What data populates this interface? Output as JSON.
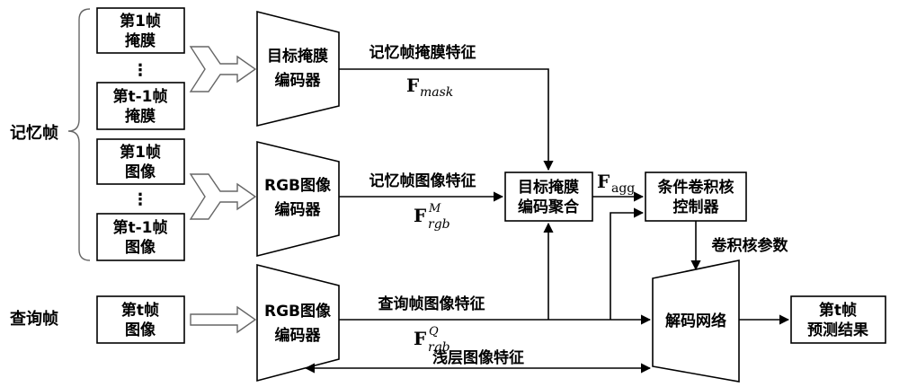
{
  "side_labels": {
    "memory": "记忆帧",
    "query": "查询帧"
  },
  "memory_frames": {
    "mask_first": [
      "第1帧",
      "掩膜"
    ],
    "mask_last": [
      "第t-1帧",
      "掩膜"
    ],
    "image_first": [
      "第1帧",
      "图像"
    ],
    "image_last": [
      "第t-1帧",
      "图像"
    ],
    "ellipsis": "⋮"
  },
  "query_frame": [
    "第t帧",
    "图像"
  ],
  "encoders": {
    "mask": [
      "目标掩膜",
      "编码器"
    ],
    "rgb_memory": [
      "RGB图像",
      "编码器"
    ],
    "rgb_query": [
      "RGB图像",
      "编码器"
    ]
  },
  "modules": {
    "aggregation": [
      "目标掩膜",
      "编码聚合"
    ],
    "controller": [
      "条件卷积核",
      "控制器"
    ],
    "decoder": "解码网络",
    "result": [
      "第t帧",
      "预测结果"
    ]
  },
  "features": {
    "mask_feature": "记忆帧掩膜特征",
    "memory_image_feature": "记忆帧图像特征",
    "query_image_feature": "查询帧图像特征",
    "shallow_feature": "浅层图像特征",
    "kernel_params": "卷积核参数"
  },
  "symbols": {
    "F": "F",
    "mask_sub": "mask",
    "rgb_sub": "rgb",
    "memory_sup": "M",
    "query_sup": "Q",
    "agg_sub": "agg"
  }
}
